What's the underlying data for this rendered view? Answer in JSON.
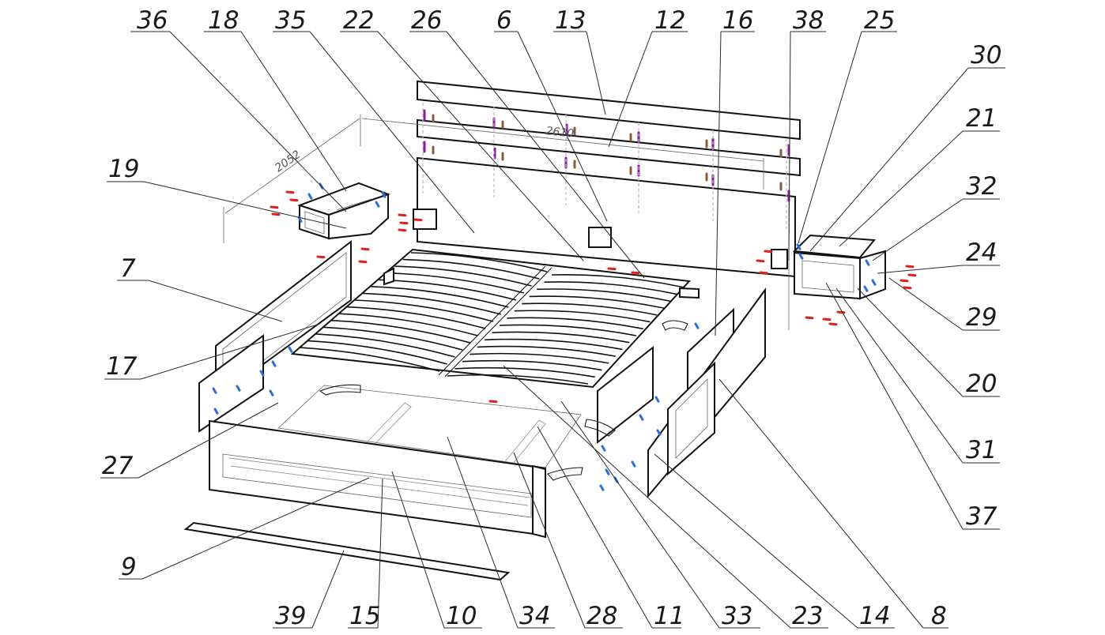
{
  "diagram": {
    "callouts": [
      {
        "id": "c36",
        "text": "36"
      },
      {
        "id": "c18",
        "text": "18"
      },
      {
        "id": "c35",
        "text": "35"
      },
      {
        "id": "c22",
        "text": "22"
      },
      {
        "id": "c26",
        "text": "26"
      },
      {
        "id": "c6",
        "text": "6"
      },
      {
        "id": "c13",
        "text": "13"
      },
      {
        "id": "c12",
        "text": "12"
      },
      {
        "id": "c16",
        "text": "16"
      },
      {
        "id": "c38",
        "text": "38"
      },
      {
        "id": "c25",
        "text": "25"
      },
      {
        "id": "c30",
        "text": "30"
      },
      {
        "id": "c21",
        "text": "21"
      },
      {
        "id": "c32",
        "text": "32"
      },
      {
        "id": "c24",
        "text": "24"
      },
      {
        "id": "c29",
        "text": "29"
      },
      {
        "id": "c20",
        "text": "20"
      },
      {
        "id": "c31",
        "text": "31"
      },
      {
        "id": "c37",
        "text": "37"
      },
      {
        "id": "c19",
        "text": "19"
      },
      {
        "id": "c7",
        "text": "7"
      },
      {
        "id": "c17",
        "text": "17"
      },
      {
        "id": "c27",
        "text": "27"
      },
      {
        "id": "c9",
        "text": "9"
      },
      {
        "id": "c39",
        "text": "39"
      },
      {
        "id": "c15",
        "text": "15"
      },
      {
        "id": "c10",
        "text": "10"
      },
      {
        "id": "c34",
        "text": "34"
      },
      {
        "id": "c28",
        "text": "28"
      },
      {
        "id": "c11",
        "text": "11"
      },
      {
        "id": "c33",
        "text": "33"
      },
      {
        "id": "c23",
        "text": "23"
      },
      {
        "id": "c14",
        "text": "14"
      },
      {
        "id": "c8",
        "text": "8"
      }
    ],
    "dimensions": {
      "width_label": "2052",
      "length_label": "2610"
    },
    "colors": {
      "line": "#1a1a1a",
      "fastener_red": "#e0211b",
      "fastener_blue": "#2b6fd6",
      "fastener_purple": "#8b1a9e",
      "fastener_brown": "#8a5a3c"
    }
  }
}
